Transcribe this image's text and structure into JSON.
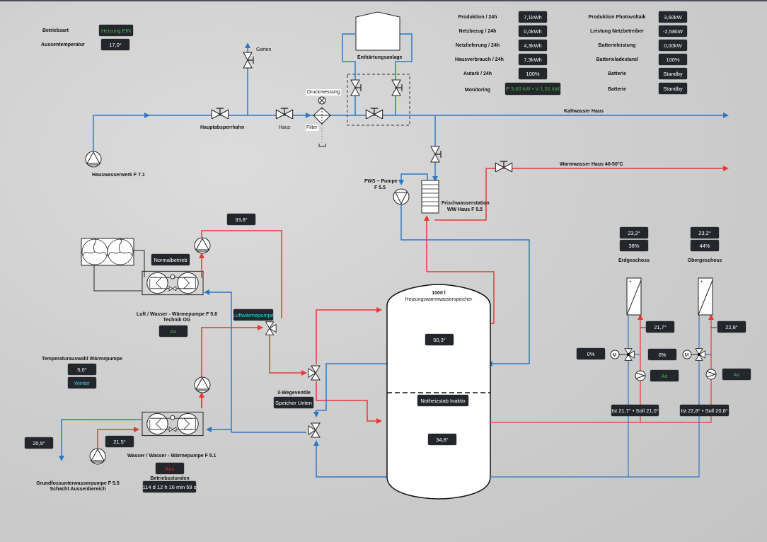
{
  "status": {
    "betriebsart_label": "Betriebsart",
    "betriebsart_value": "Heizung EIN",
    "aussentemp_label": "Aussentemperatur",
    "aussentemp_value": "17,0°"
  },
  "energy_left": [
    {
      "label": "Produktion / 24h",
      "value": "7,1kWh"
    },
    {
      "label": "Netzbezug / 24h",
      "value": "0,0kWh"
    },
    {
      "label": "Netzlieferung / 24h",
      "value": "4,3kWh"
    },
    {
      "label": "Hausverbrauch / 24h",
      "value": "7,3kWh"
    },
    {
      "label": "Autark / 24h",
      "value": "100%"
    },
    {
      "label": "Monitoring",
      "value": "P 3,60 kW • V 1,01 kW"
    }
  ],
  "energy_right": [
    {
      "label": "Produktion Photovoltaik",
      "value": "3,60kW"
    },
    {
      "label": "Leistung Netzbetreiber",
      "value": "-2,58kW"
    },
    {
      "label": "Batterieleistung",
      "value": "0,00kW"
    },
    {
      "label": "Batterieladestand",
      "value": "100%"
    },
    {
      "label": "Batterie",
      "value": "Standby"
    },
    {
      "label": "Batterie",
      "value": "Standby"
    }
  ],
  "water": {
    "garten": "Garten",
    "hauptabsperrhahn": "Hauptabsperrhahn",
    "haus": "Haus",
    "druckmessung": "Druckmessung",
    "filter": "Filter",
    "enthaertung": "Enthärtungsanlage",
    "hauswasserwerk": "Hauswasserwerk F 7.1",
    "kaltwasser": "Kaltwasser Haus",
    "warmwasser": "Warmwasser Haus 40-50°C",
    "fws_pumpe_line1": "FWS – Pumpe",
    "fws_pumpe_line2": "F 5.5",
    "frischwasser_line1": "Frischwasserstation",
    "frischwasser_line2": "WW Haus F 5.5"
  },
  "heatpump_air": {
    "temp_out": "33,8°",
    "mode": "Normalbetrieb",
    "name_line1": "Luft / Wasser - Wärmepumpe F 5.6",
    "name_line2": "Technik OG",
    "state": "An",
    "valve_label": "Luftwärmepumpe"
  },
  "heatpump_water": {
    "temp_select_label": "Temperaturauswahl Wärmepumpe",
    "temp_select_value": "5,0°",
    "season": "Winter",
    "temp_return": "20,9°",
    "temp_supply": "21,5°",
    "name": "Wasser / Wasser - Wärmepumpe F 5.1",
    "state": "Aus",
    "hours_label": "Betriebsstunden",
    "hours_value": "114 d 12 h 16 min 59 s",
    "pump_line1": "Grundfossunterwasserpumpe F 5.5",
    "pump_line2": "Schacht Aussenbereich"
  },
  "valves3": {
    "label": "3-Wegeventile",
    "state": "Speicher Unten"
  },
  "storage": {
    "size": "1000 l",
    "name": "Heizungswarmwasserspeicher",
    "temp_top": "50,3°",
    "heater": "Notheizstab Inaktiv",
    "temp_bottom": "34,8°"
  },
  "floors": [
    {
      "name": "Erdgeschoss",
      "room_temp": "23,2°",
      "humidity": "38%",
      "flow_temp": "21,7°",
      "mixer": "0%",
      "pump": "An",
      "setpoint": "Ist 21,7° • Soll 21,0°"
    },
    {
      "name": "Obergeschoss",
      "room_temp": "23,2°",
      "humidity": "44%",
      "flow_temp": "22,8°",
      "mixer": "0%",
      "pump": "An",
      "setpoint": "Ist 22,8° • Soll 20,8°"
    }
  ],
  "colors": {
    "cold": "#2e78c2",
    "hot": "#e53935",
    "box_bg": "#23262b",
    "green": "#4caf50",
    "cyan": "#35d6e6"
  }
}
